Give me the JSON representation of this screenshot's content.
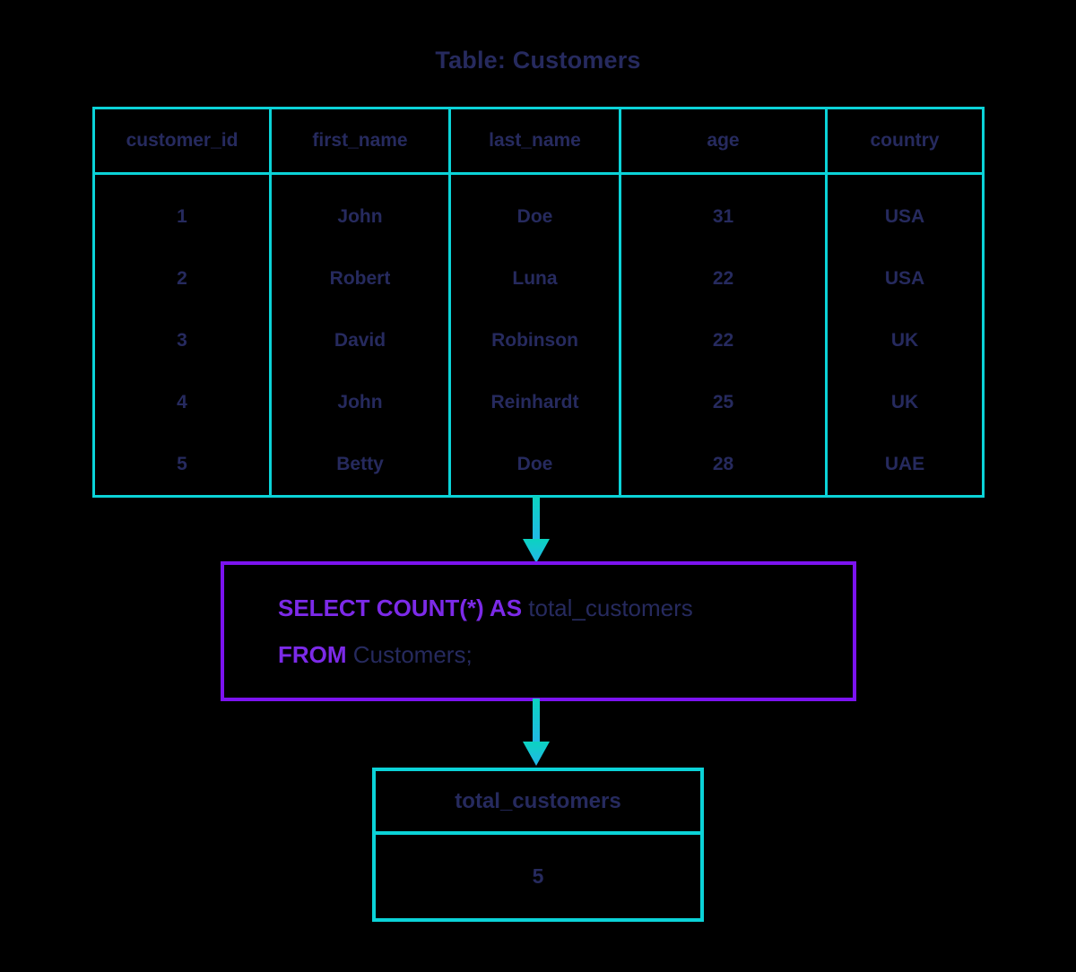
{
  "title": "Table: Customers",
  "source_table": {
    "columns": [
      "customer_id",
      "first_name",
      "last_name",
      "age",
      "country"
    ],
    "rows": [
      {
        "customer_id": "1",
        "first_name": "John",
        "last_name": "Doe",
        "age": "31",
        "country": "USA"
      },
      {
        "customer_id": "2",
        "first_name": "Robert",
        "last_name": "Luna",
        "age": "22",
        "country": "USA"
      },
      {
        "customer_id": "3",
        "first_name": "David",
        "last_name": "Robinson",
        "age": "22",
        "country": "UK"
      },
      {
        "customer_id": "4",
        "first_name": "John",
        "last_name": "Reinhardt",
        "age": "25",
        "country": "UK"
      },
      {
        "customer_id": "5",
        "first_name": "Betty",
        "last_name": "Doe",
        "age": "28",
        "country": "UAE"
      }
    ]
  },
  "query": {
    "line1_keyword": "SELECT COUNT(*) AS ",
    "line1_identifier": "total_customers",
    "line2_keyword": "FROM ",
    "line2_identifier": "Customers;"
  },
  "result_table": {
    "header": "total_customers",
    "value": "5"
  },
  "arrows": {
    "arrow1_name": "down-arrow-icon",
    "arrow2_name": "down-arrow-icon"
  },
  "colors": {
    "background": "#000000",
    "cyan_border": "#0bd3d8",
    "purple_border": "#7c13f0",
    "navy_text": "#262a5e",
    "purple_keyword": "#7c2ae8"
  }
}
